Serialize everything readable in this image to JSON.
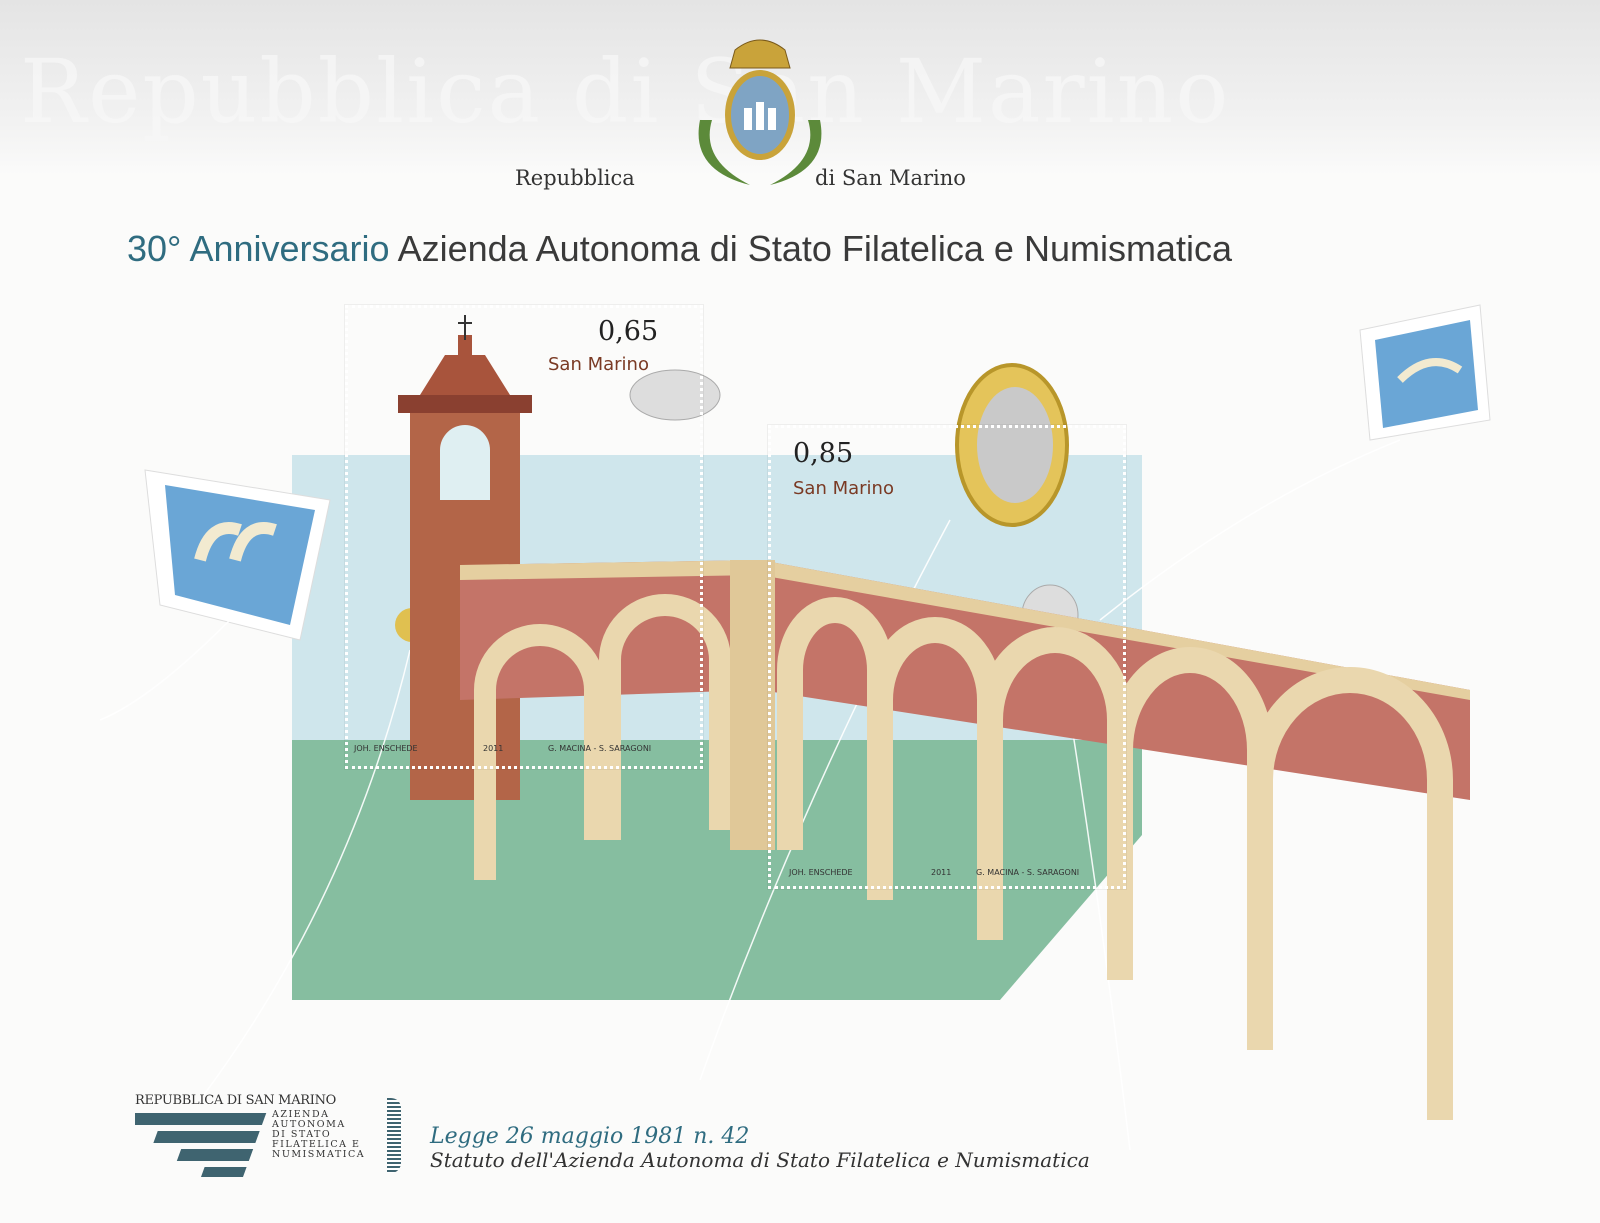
{
  "header": {
    "watermark": "Repubblica di San Marino",
    "republic_left": "Repubblica",
    "republic_right": "di San Marino"
  },
  "title": {
    "highlight": "30° Anniversario",
    "rest": "Azienda Autonoma di Stato Filatelica e Numismatica"
  },
  "stamps": [
    {
      "value": "0,65",
      "country": "San Marino",
      "imprint_left": "JOH. ENSCHEDE",
      "year": "2011",
      "designers": "G. MACINA - S. SARAGONI"
    },
    {
      "value": "0,85",
      "country": "San Marino",
      "imprint_left": "JOH. ENSCHEDE",
      "year": "2011",
      "designers": "G. MACINA - S. SARAGONI"
    }
  ],
  "logo": {
    "top": "REPUBBLICA DI SAN MARINO",
    "lines": [
      "AZIENDA",
      "AUTONOMA",
      "DI STATO",
      "FILATELICA E",
      "NUMISMATICA"
    ]
  },
  "footer": {
    "law": "Legge 26 maggio 1981 n. 42",
    "statute": "Statuto dell'Azienda Autonoma di Stato Filatelica e Numismatica"
  },
  "colors": {
    "accent": "#2f6c80",
    "brick": "#b96a58",
    "sky": "#c9e3ea",
    "floor": "#7fb79a"
  }
}
